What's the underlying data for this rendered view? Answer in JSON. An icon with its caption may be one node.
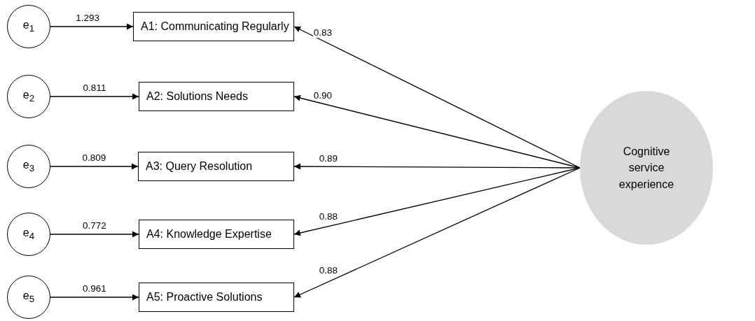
{
  "diagram": {
    "nodes": [
      {
        "text": [
          "e$_{1}$"
        ]
      },
      {
        "text": [
          "e$_{2}$"
        ]
      },
      {
        "text": [
          "e$_{3}$"
        ]
      },
      {
        "text": [
          "e$_{4}$"
        ]
      },
      {
        "text": [
          "e$_{5}$"
        ]
      },
      {
        "text": [
          "A1: Communicating Regularly"
        ]
      },
      {
        "text": [
          "A2: Solutions Needs"
        ]
      },
      {
        "text": [
          "A3: Query Resolution"
        ]
      },
      {
        "text": [
          "A4: Knowledge Expertise"
        ]
      },
      {
        "text": [
          "A5: Proactive Solutions"
        ]
      },
      {
        "text": [
          "Cognitive service experience"
        ]
      }
    ],
    "edges": [
      {
        "from": 0,
        "to": 5,
        "arrow": "to",
        "label": "1.293"
      },
      {
        "from": 1,
        "to": 6,
        "arrow": "to",
        "label": "0.811"
      },
      {
        "from": 2,
        "to": 7,
        "arrow": "to",
        "label": "0.809"
      },
      {
        "from": 3,
        "to": 8,
        "arrow": "to",
        "label": "0.772"
      },
      {
        "from": 4,
        "to": 9,
        "arrow": "to",
        "label": "0.961"
      },
      {
        "from": 10,
        "to": 5,
        "arrow": "to",
        "label": "0.83"
      },
      {
        "from": 10,
        "to": 6,
        "arrow": "to",
        "label": "0.90"
      },
      {
        "from": 10,
        "to": 7,
        "arrow": "to",
        "label": "0.89"
      },
      {
        "from": 10,
        "to": 8,
        "arrow": "to",
        "label": "0.88"
      },
      {
        "from": 10,
        "to": 9,
        "arrow": "to",
        "label": "0.88"
      }
    ]
  }
}
